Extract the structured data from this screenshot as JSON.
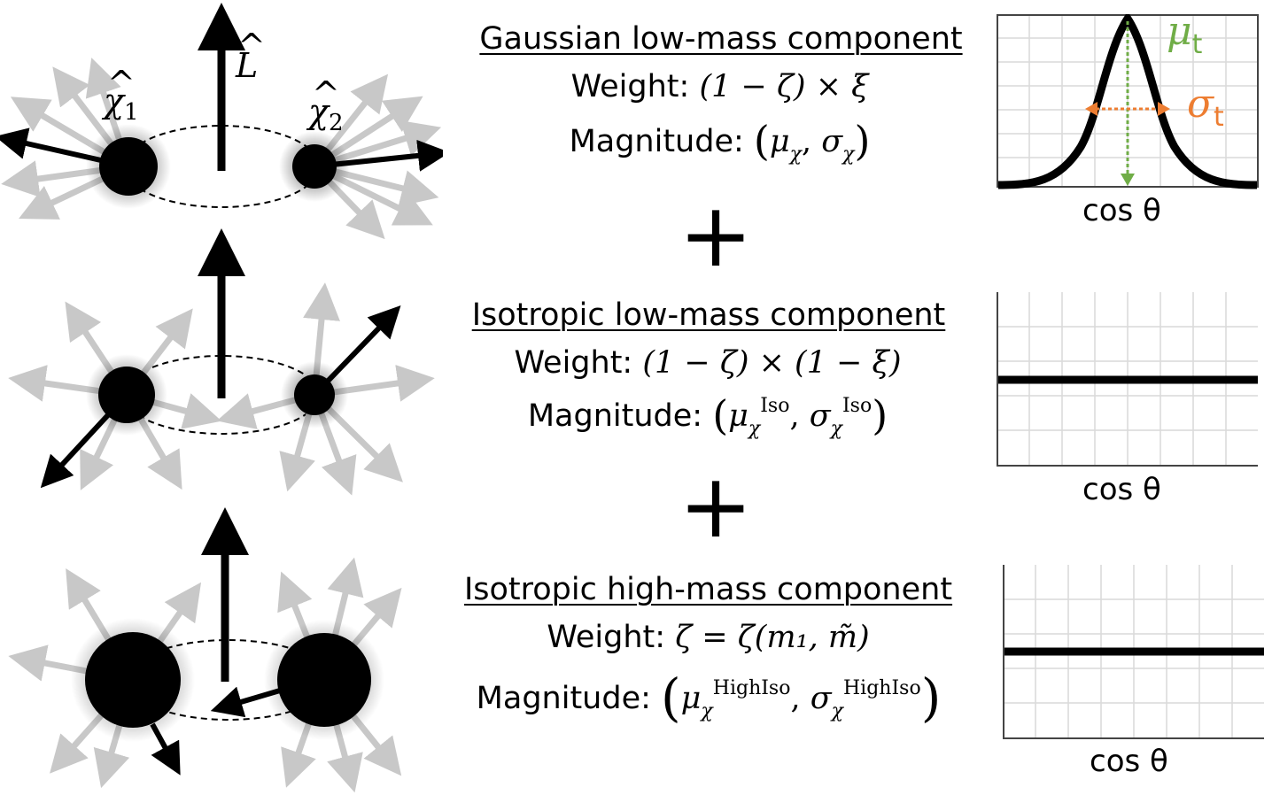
{
  "components": [
    {
      "title": "Gaussian low-mass component",
      "weight_label": "Weight:",
      "weight_formula": "(1 − ζ) × ξ",
      "magnitude_label": "Magnitude:",
      "magnitude_params": [
        "μ",
        "χ",
        "σ",
        "χ"
      ],
      "distribution": "gaussian",
      "axis_label": "cos θ"
    },
    {
      "title": "Isotropic low-mass component",
      "weight_label": "Weight:",
      "weight_formula": "(1 − ζ) × (1 − ξ)",
      "magnitude_label": "Magnitude:",
      "magnitude_sup": "Iso",
      "distribution": "flat",
      "axis_label": "cos θ"
    },
    {
      "title": "Isotropic high-mass component",
      "weight_label": "Weight:",
      "weight_formula": "ζ = ζ(m₁, m̃)",
      "magnitude_label": "Magnitude:",
      "magnitude_sup": "HighIso",
      "distribution": "flat",
      "axis_label": "cos θ"
    }
  ],
  "plus_sign": "+",
  "labels": {
    "L_hat": "L",
    "chi1": "χ",
    "chi1_sub": "1",
    "chi2": "χ",
    "chi2_sub": "2",
    "mu_t": "μ",
    "mu_t_sub": "t",
    "sigma_t": "σ",
    "sigma_t_sub": "t"
  },
  "colors": {
    "mu_t": "#70ad47",
    "sigma_t": "#ed7d31",
    "arrow_gray": "#c8c8c8",
    "black": "#000000",
    "grid": "#d9d9d9"
  }
}
